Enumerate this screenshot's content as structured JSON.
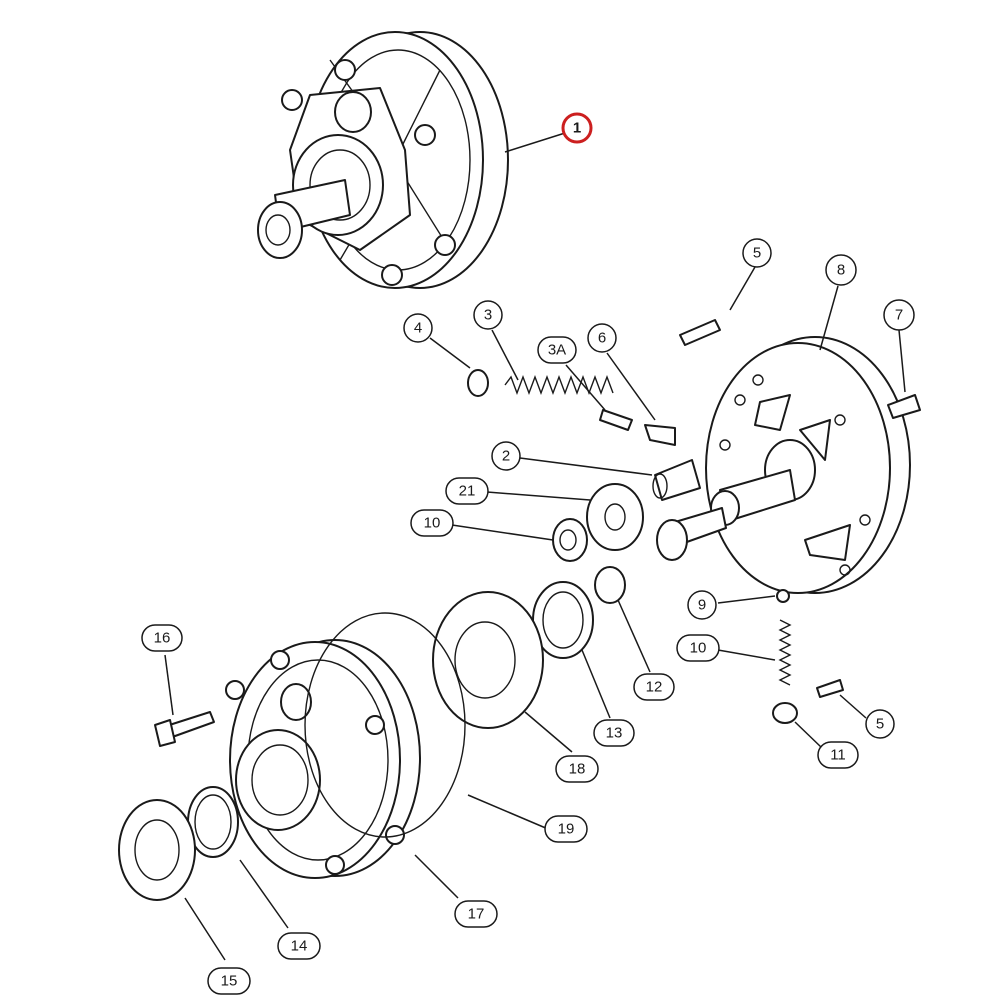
{
  "callouts": [
    {
      "id": "1",
      "label": "1",
      "highlighted": true
    },
    {
      "id": "5a",
      "label": "5"
    },
    {
      "id": "8",
      "label": "8"
    },
    {
      "id": "7",
      "label": "7"
    },
    {
      "id": "4",
      "label": "4"
    },
    {
      "id": "3",
      "label": "3"
    },
    {
      "id": "3A",
      "label": "3A"
    },
    {
      "id": "6",
      "label": "6"
    },
    {
      "id": "2",
      "label": "2"
    },
    {
      "id": "21",
      "label": "21"
    },
    {
      "id": "10a",
      "label": "10"
    },
    {
      "id": "9",
      "label": "9"
    },
    {
      "id": "10b",
      "label": "10"
    },
    {
      "id": "12",
      "label": "12"
    },
    {
      "id": "13",
      "label": "13"
    },
    {
      "id": "16",
      "label": "16"
    },
    {
      "id": "18",
      "label": "18"
    },
    {
      "id": "5b",
      "label": "5"
    },
    {
      "id": "11",
      "label": "11"
    },
    {
      "id": "19",
      "label": "19"
    },
    {
      "id": "17",
      "label": "17"
    },
    {
      "id": "14",
      "label": "14"
    },
    {
      "id": "15",
      "label": "15"
    }
  ],
  "colors": {
    "line": "#1a1a1a",
    "highlight": "#cc1f1f",
    "background": "#ffffff"
  }
}
